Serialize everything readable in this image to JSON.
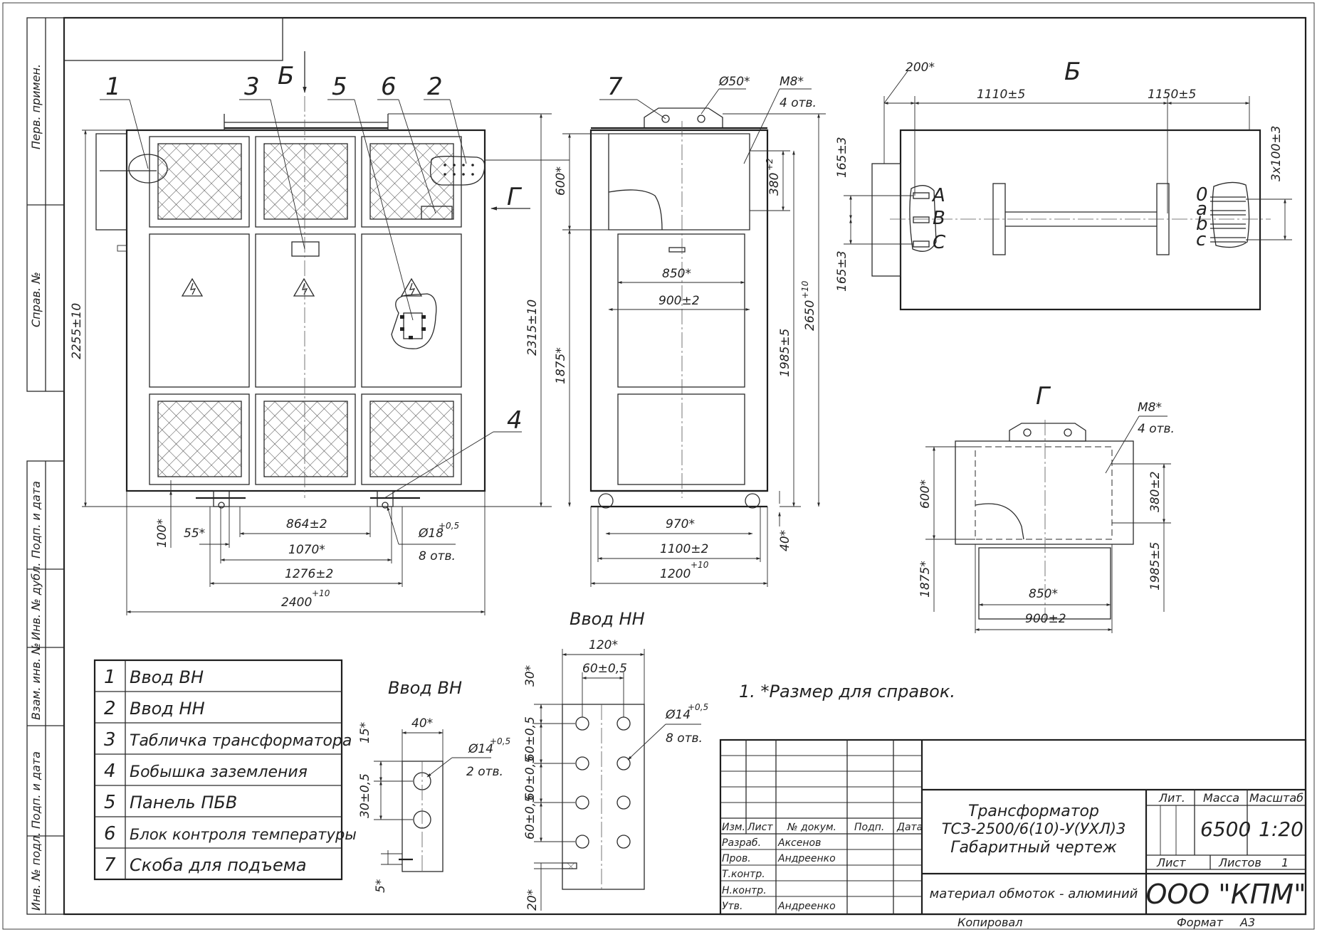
{
  "side_stamps": [
    "Перв. примен.",
    "Справ. №",
    "Подп. и дата",
    "Инв. № дубл.",
    "Взам. инв. №",
    "Подп. и дата",
    "Инв. № подл."
  ],
  "front_view": {
    "item_labels": [
      "1",
      "3",
      "5",
      "6",
      "2",
      "4"
    ],
    "view_arrow_label": "Б",
    "side_arrow_label": "Г",
    "dims": {
      "h_total": "2255±10",
      "h_side": "2315±10",
      "d_100": "100*",
      "d_55": "55*",
      "d_864": "864±2",
      "d_1070": "1070*",
      "d_1276": "1276±2",
      "d_2400": "2400",
      "d_2400_tol": "+10",
      "hole": "Ø18",
      "hole_tol": "+0,5",
      "hole_qty": "8 отв."
    }
  },
  "side_view": {
    "item_label": "7",
    "dims": {
      "d_phi50": "Ø50*",
      "m8": "M8*",
      "m8_qty": "4 отв.",
      "d_600": "600*",
      "d_380": "380",
      "d_380_tol": "+2",
      "d_850": "850*",
      "d_900": "900±2",
      "d_1875": "1875*",
      "d_1985": "1985±5",
      "d_2650": "2650",
      "d_2650_tol": "+10",
      "d_970": "970*",
      "d_1100": "1100±2",
      "d_1200": "1200",
      "d_1200_tol": "+10",
      "d_40": "40*"
    }
  },
  "view_b": {
    "title": "Б",
    "dims": {
      "d_200": "200*",
      "d_1110": "1110±5",
      "d_1150": "1150±5",
      "d_165a": "165±3",
      "d_165b": "165±3",
      "d_3x100": "3х100±3"
    },
    "hv_phases": [
      "A",
      "B",
      "C"
    ],
    "lv_phases": [
      "0",
      "a",
      "b",
      "c"
    ]
  },
  "view_g": {
    "title": "Г",
    "dims": {
      "m8": "M8*",
      "m8_qty": "4 отв.",
      "d_600": "600*",
      "d_380": "380±2",
      "d_1875": "1875*",
      "d_1985": "1985±5",
      "d_850": "850*",
      "d_900": "900±2"
    }
  },
  "legend": [
    {
      "num": "1",
      "name": "Ввод ВН"
    },
    {
      "num": "2",
      "name": "Ввод НН"
    },
    {
      "num": "3",
      "name": "Табличка трансформатора"
    },
    {
      "num": "4",
      "name": "Бобышка заземления"
    },
    {
      "num": "5",
      "name": "Панель ПБВ"
    },
    {
      "num": "6",
      "name": "Блок контроля температуры"
    },
    {
      "num": "7",
      "name": "Скоба для подъема"
    }
  ],
  "hv_detail": {
    "title": "Ввод ВН",
    "dims": {
      "d_40": "40*",
      "d_15": "15*",
      "d_30": "30±0,5",
      "d_5": "5*",
      "hole": "Ø14",
      "hole_tol": "+0,5",
      "hole_qty": "2 отв."
    }
  },
  "lv_detail": {
    "title": "Ввод НН",
    "dims": {
      "d_120": "120*",
      "d_60": "60±0,5",
      "d_30": "30*",
      "pitch_1": "60±0,5",
      "pitch_2": "60±0,5",
      "pitch_3": "60±0,5",
      "d_20": "20*",
      "hole": "Ø14",
      "hole_tol": "+0,5",
      "hole_qty": "8 отв."
    }
  },
  "note": "1.  *Размер для справок.",
  "title_block": {
    "col_headers": [
      "Изм.",
      "Лист",
      "№ докум.",
      "Подп.",
      "Дата"
    ],
    "roles": [
      {
        "role": "Разраб.",
        "name": "Аксенов"
      },
      {
        "role": "Пров.",
        "name": "Андреенко"
      },
      {
        "role": "Т.контр.",
        "name": ""
      },
      {
        "role": "",
        "name": ""
      },
      {
        "role": "Н.контр.",
        "name": ""
      },
      {
        "role": "Утв.",
        "name": "Андреенко"
      }
    ],
    "title_lines": [
      "Трансформатор",
      "ТСЗ-2500/6(10)-У(УХЛ)3",
      "Габаритный чертеж"
    ],
    "material": "материал обмоток - алюминий",
    "lit_label": "Лит.",
    "mass_label": "Масса",
    "scale_label": "Масштаб",
    "mass": "6500",
    "scale": "1:20",
    "sheet_label": "Лист",
    "sheets_label": "Листов",
    "sheets": "1",
    "company": "ООО \"КПМ\"",
    "copied": "Копировал",
    "format_label": "Формат",
    "format": "А3"
  }
}
